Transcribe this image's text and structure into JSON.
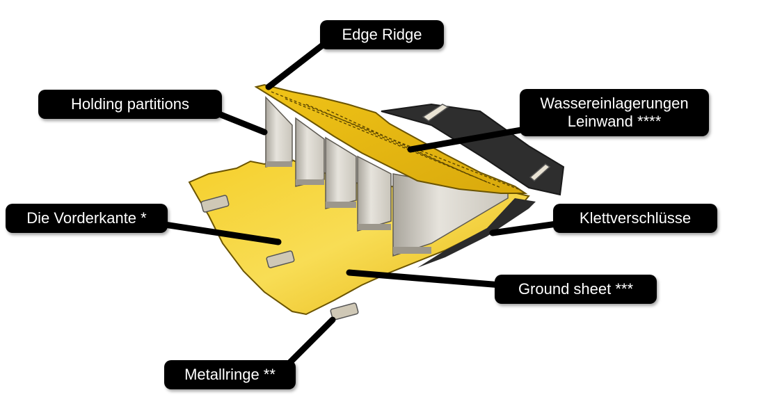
{
  "labels": {
    "edge_ridge": "Edge Ridge",
    "holding_partitions": "Holding partitions",
    "wasser_line1": "Wassereinlagerungen",
    "wasser_line2": "Leinwand ****",
    "vorderkante": "Die Vorderkante *",
    "klettverschluesse": "Klettverschlüsse",
    "ground_sheet": "Ground sheet ***",
    "metallringe": "Metallringe **"
  },
  "colors": {
    "label_bg": "#000000",
    "label_text": "#ffffff",
    "canvas_yellow": "#f2c51a",
    "canvas_yellow_light": "#f8dd55",
    "partition_grey": "#cfcbc2",
    "base_dark": "#2b2b2b",
    "leader_line": "#000000"
  }
}
